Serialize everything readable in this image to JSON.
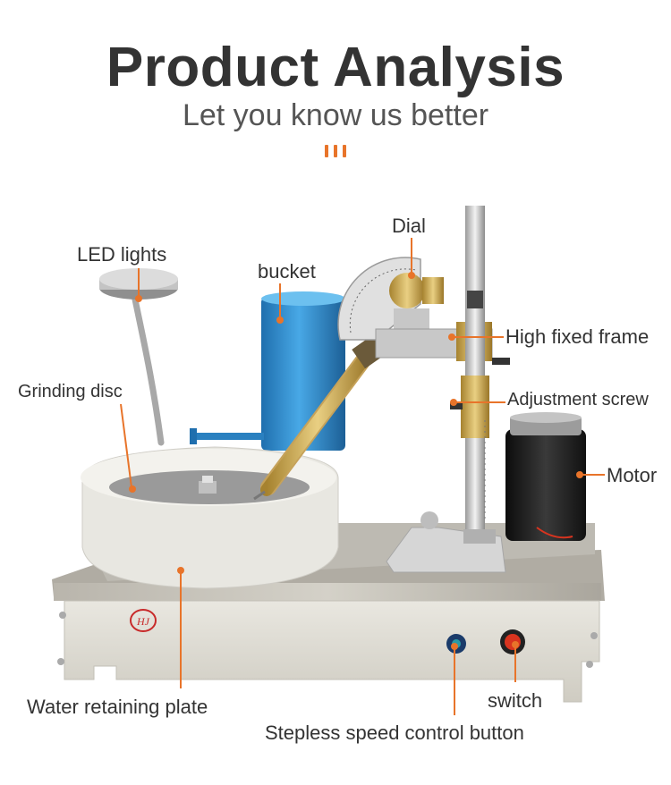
{
  "header": {
    "title": "Product Analysis",
    "subtitle": "Let you know us better"
  },
  "labels": {
    "led_lights": "LED lights",
    "bucket": "bucket",
    "dial": "Dial",
    "grinding_disc": "Grinding disc",
    "high_fixed_frame": "High fixed frame",
    "adjustment_screw": "Adjustment screw",
    "motor": "Motor",
    "water_retaining_plate": "Water retaining plate",
    "switch": "switch",
    "speed_control": "Stepless speed control button"
  },
  "brand": {
    "logo_text": "HJ"
  },
  "colors": {
    "accent": "#e8742a",
    "text": "#333333",
    "bucket": "#2f8fd0",
    "base": "#dedbd2"
  }
}
